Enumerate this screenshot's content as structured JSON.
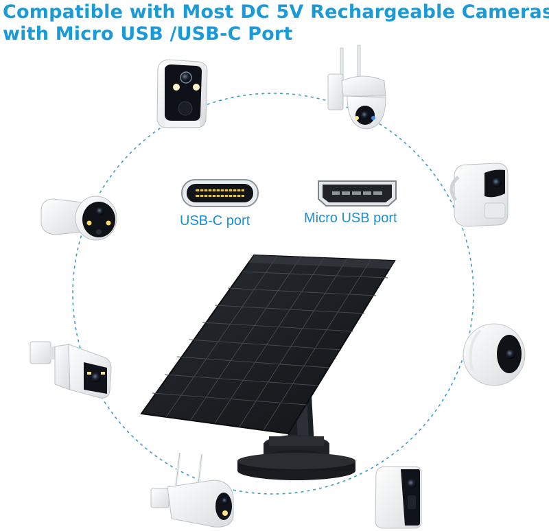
{
  "headline": {
    "line1": "Compatible with Most DC 5V Rechargeable Cameras",
    "line2": "with Micro USB /USB-C Port"
  },
  "ports": {
    "usbc_label": "USB-C port",
    "micro_label": "Micro USB port"
  },
  "colors": {
    "headline": "#1a9ad6",
    "label": "#1a8fd0",
    "dashed_circle": "#3a9dc4",
    "usbc_pins": "#e2c24a",
    "panel": "#1f2226"
  },
  "icons": [
    "battery-camera-icon",
    "ptz-dome-camera-icon",
    "bullet-camera-icon",
    "cube-camera-icon",
    "spotlight-bullet-camera-icon",
    "round-camera-icon",
    "antenna-bullet-camera-icon",
    "wedge-camera-icon",
    "solar-panel-icon",
    "usb-c-port-icon",
    "micro-usb-port-icon"
  ]
}
